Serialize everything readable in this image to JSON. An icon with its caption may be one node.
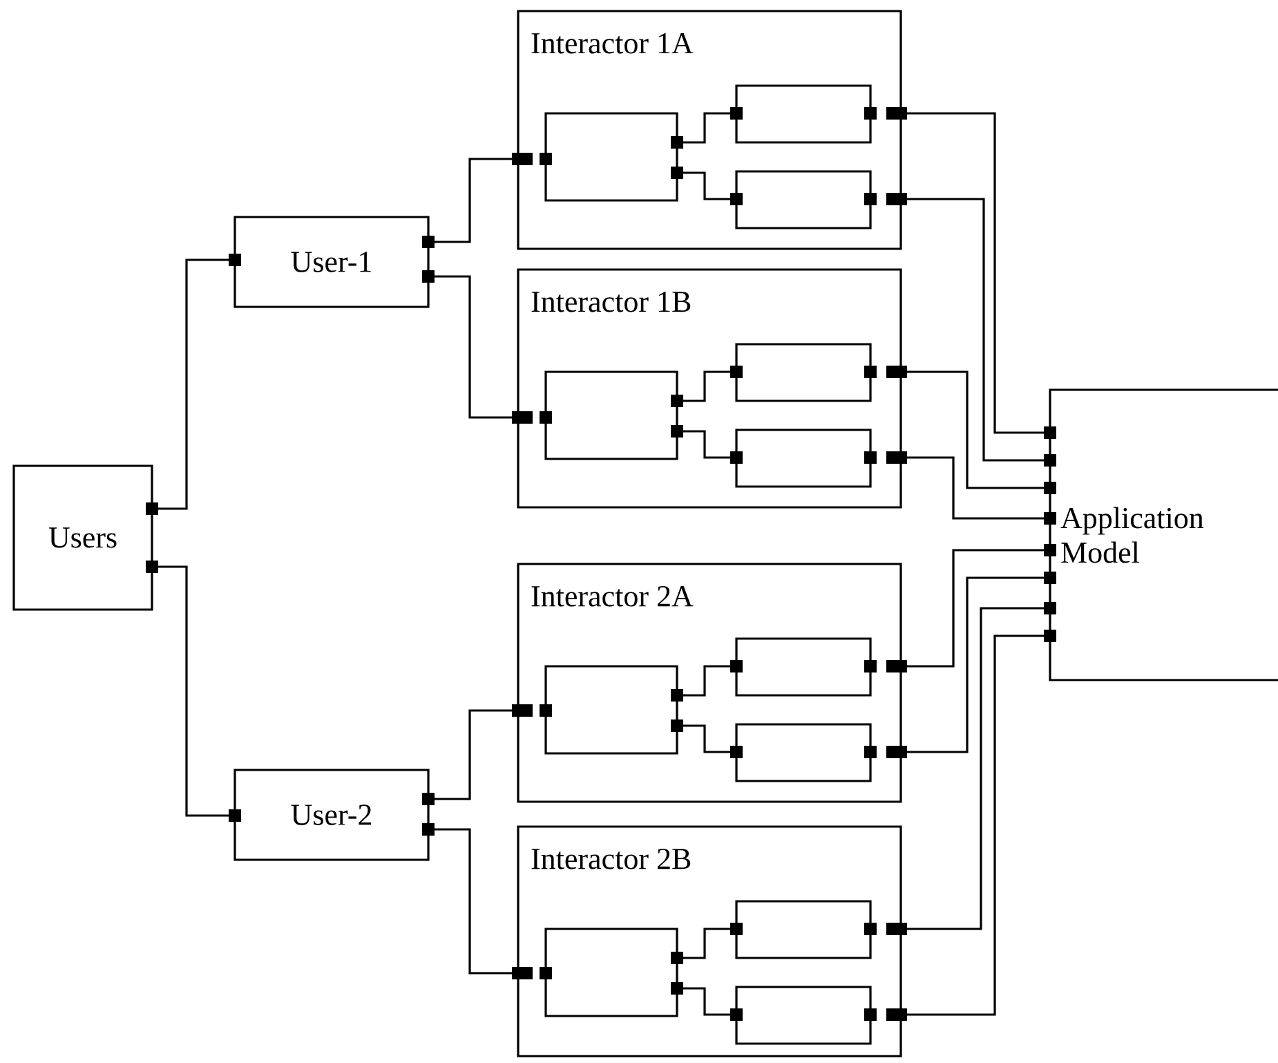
{
  "diagram": {
    "nodes": [
      {
        "text": [
          "Users"
        ]
      },
      {
        "text": [
          "User-1"
        ]
      },
      {
        "text": [
          "User-2"
        ]
      },
      {
        "text": [
          "Interactor 1A"
        ]
      },
      {
        "text": [],
        "shape": "box",
        "in": 3
      },
      {
        "text": [],
        "shape": "box",
        "in": 3
      },
      {
        "text": [],
        "shape": "box",
        "in": 3
      },
      {
        "text": [
          "Interactor 1B"
        ]
      },
      {
        "text": [],
        "shape": "box",
        "in": 7
      },
      {
        "text": [],
        "shape": "box",
        "in": 7
      },
      {
        "text": [],
        "shape": "box",
        "in": 7
      },
      {
        "text": [
          "Interactor 2A"
        ]
      },
      {
        "text": [],
        "shape": "box",
        "in": 11
      },
      {
        "text": [],
        "shape": "box",
        "in": 11
      },
      {
        "text": [],
        "shape": "box",
        "in": 11
      },
      {
        "text": [
          "Interactor 2B"
        ]
      },
      {
        "text": [],
        "shape": "box",
        "in": 15
      },
      {
        "text": [],
        "shape": "box",
        "in": 15
      },
      {
        "text": [],
        "shape": "box",
        "in": 15
      },
      {
        "text": [
          "Application Model"
        ]
      }
    ],
    "edges": [
      {
        "from": 0,
        "to": 1,
        "arrow": "other"
      },
      {
        "from": 0,
        "to": 2,
        "arrow": "other"
      },
      {
        "from": 1,
        "to": 3,
        "arrow": "other"
      },
      {
        "from": 1,
        "to": 7,
        "arrow": "other"
      },
      {
        "from": 2,
        "to": 11,
        "arrow": "other"
      },
      {
        "from": 2,
        "to": 15,
        "arrow": "other"
      },
      {
        "from": 4,
        "to": 5,
        "arrow": "other"
      },
      {
        "from": 4,
        "to": 6,
        "arrow": "other"
      },
      {
        "from": 8,
        "to": 9,
        "arrow": "other"
      },
      {
        "from": 8,
        "to": 10,
        "arrow": "other"
      },
      {
        "from": 12,
        "to": 13,
        "arrow": "other"
      },
      {
        "from": 12,
        "to": 14,
        "arrow": "other"
      },
      {
        "from": 16,
        "to": 17,
        "arrow": "other"
      },
      {
        "from": 16,
        "to": 18,
        "arrow": "other"
      },
      {
        "from": 3,
        "to": 19,
        "arrow": "other"
      },
      {
        "from": 3,
        "to": 19,
        "arrow": "other"
      },
      {
        "from": 7,
        "to": 19,
        "arrow": "other"
      },
      {
        "from": 7,
        "to": 19,
        "arrow": "other"
      },
      {
        "from": 11,
        "to": 19,
        "arrow": "other"
      },
      {
        "from": 11,
        "to": 19,
        "arrow": "other"
      },
      {
        "from": 15,
        "to": 19,
        "arrow": "other"
      },
      {
        "from": 15,
        "to": 19,
        "arrow": "other"
      }
    ]
  }
}
